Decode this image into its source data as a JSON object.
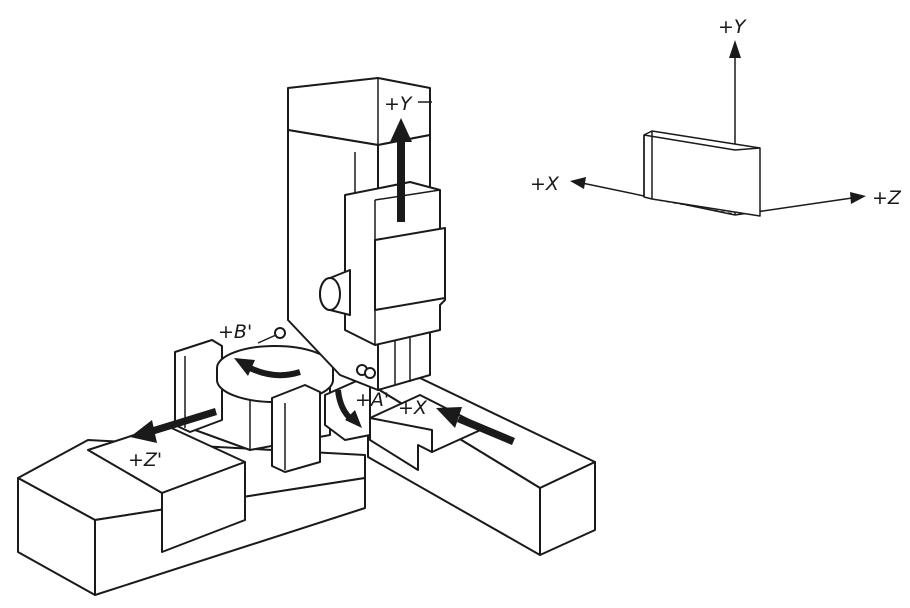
{
  "labels": {
    "ref_y": "+Y",
    "ref_x": "+X",
    "ref_z": "+Z",
    "machine_y": "+Y",
    "machine_b": "+B'",
    "machine_a": "+A'",
    "machine_x": "+X",
    "machine_z": "+Z'"
  }
}
